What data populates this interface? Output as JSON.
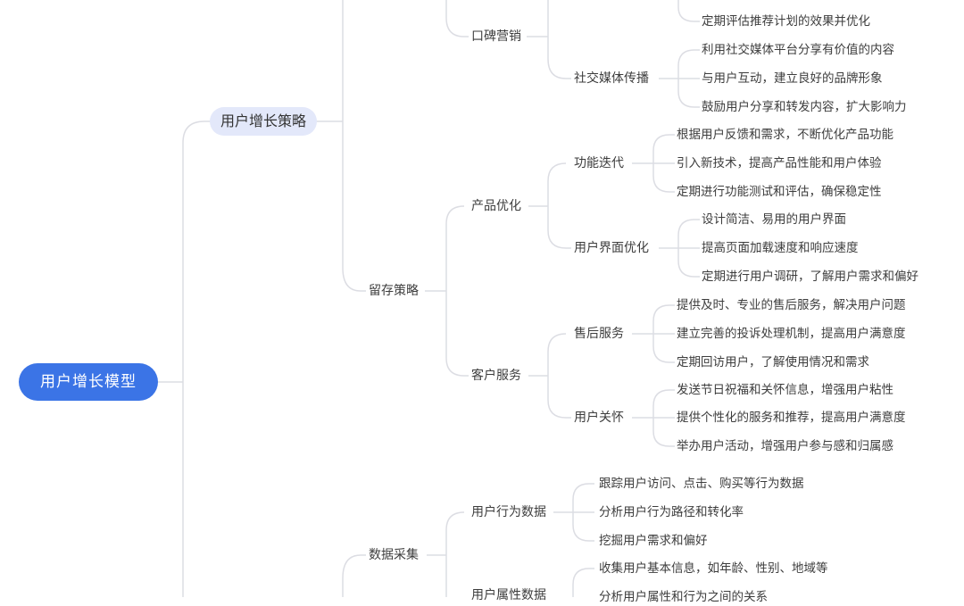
{
  "root": {
    "label": "用户增长模型",
    "color": "#3b74e6"
  },
  "branches": [
    {
      "label": "用户增长策略",
      "children": [
        {
          "label": "口碑营销",
          "children": [
            {
              "label": "",
              "leaves": [
                "定期评估推荐计划的效果并优化"
              ]
            },
            {
              "label": "社交媒体传播",
              "leaves": [
                "利用社交媒体平台分享有价值的内容",
                "与用户互动，建立良好的品牌形象",
                "鼓励用户分享和转发内容，扩大影响力"
              ]
            }
          ]
        },
        {
          "label": "留存策略",
          "children": [
            {
              "label": "产品优化",
              "children": [
                {
                  "label": "功能迭代",
                  "leaves": [
                    "根据用户反馈和需求，不断优化产品功能",
                    "引入新技术，提高产品性能和用户体验",
                    "定期进行功能测试和评估，确保稳定性"
                  ]
                },
                {
                  "label": "用户界面优化",
                  "leaves": [
                    "设计简洁、易用的用户界面",
                    "提高页面加载速度和响应速度",
                    "定期进行用户调研，了解用户需求和偏好"
                  ]
                }
              ]
            },
            {
              "label": "客户服务",
              "children": [
                {
                  "label": "售后服务",
                  "leaves": [
                    "提供及时、专业的售后服务，解决用户问题",
                    "建立完善的投诉处理机制，提高用户满意度",
                    "定期回访用户，了解使用情况和需求"
                  ]
                },
                {
                  "label": "用户关怀",
                  "leaves": [
                    "发送节日祝福和关怀信息，增强用户粘性",
                    "提供个性化的服务和推荐，提高用户满意度",
                    "举办用户活动，增强用户参与感和归属感"
                  ]
                }
              ]
            }
          ]
        }
      ]
    },
    {
      "label": "",
      "children": [
        {
          "label": "数据采集",
          "children": [
            {
              "label": "用户行为数据",
              "leaves": [
                "跟踪用户访问、点击、购买等行为数据",
                "分析用户行为路径和转化率",
                "挖掘用户需求和偏好"
              ]
            },
            {
              "label": "用户属性数据",
              "leaves": [
                "收集用户基本信息，如年龄、性别、地域等",
                "分析用户属性和行为之间的关系"
              ]
            }
          ]
        }
      ]
    }
  ]
}
